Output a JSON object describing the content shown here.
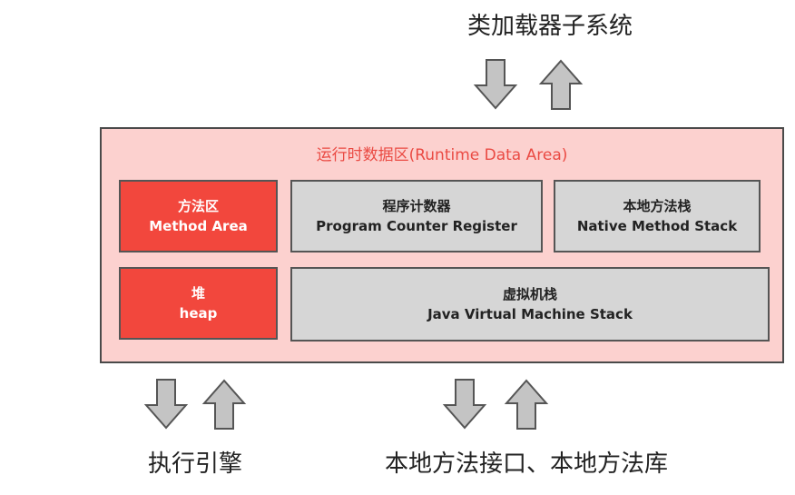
{
  "top_label": "类加载器子系统",
  "runtime_area": {
    "title": "运行时数据区(Runtime Data Area)",
    "method_area": {
      "cn": "方法区",
      "en": "Method Area"
    },
    "pc_register": {
      "cn": "程序计数器",
      "en": "Program Counter Register"
    },
    "native_stack": {
      "cn": "本地方法栈",
      "en": "Native Method Stack"
    },
    "heap": {
      "cn": "堆",
      "en": "heap"
    },
    "jvm_stack": {
      "cn": "虚拟机栈",
      "en": "Java Virtual Machine Stack"
    }
  },
  "bottom_left_label": "执行引擎",
  "bottom_right_label": "本地方法接口、本地方法库",
  "colors": {
    "area_bg": "#fcd1cf",
    "red_box": "#f2473d",
    "gray_box": "#d6d6d6",
    "title_red": "#ea4a43",
    "arrow_fill": "#c4c4c4"
  }
}
